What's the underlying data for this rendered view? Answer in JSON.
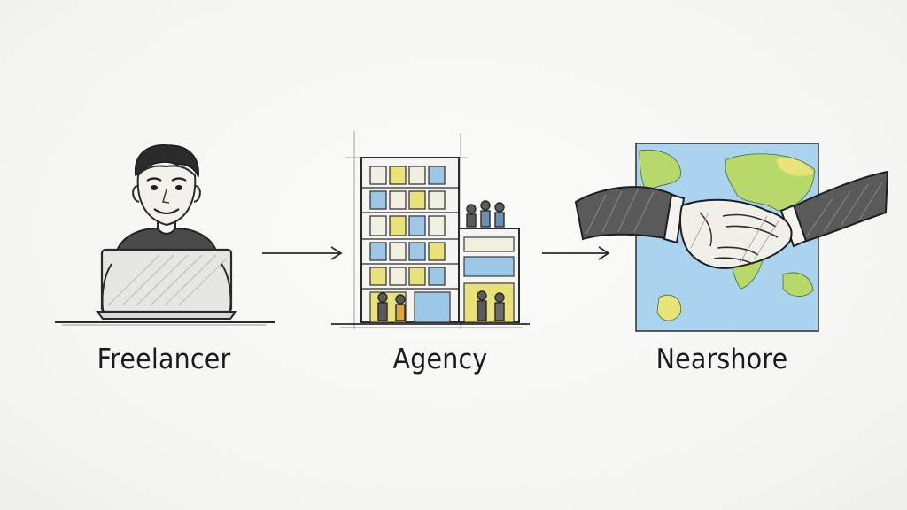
{
  "stages": [
    {
      "label": "Freelancer",
      "icon": "person-at-laptop-icon"
    },
    {
      "label": "Agency",
      "icon": "office-building-icon"
    },
    {
      "label": "Nearshore",
      "icon": "handshake-over-map-icon"
    }
  ],
  "colors": {
    "ink": "#2a2a2a",
    "window_yellow": "#e9e27a",
    "window_blue": "#9cc7e6",
    "map_ocean": "#a9d3ee",
    "map_land": "#b7d86a",
    "map_land_yellow": "#e8e47a"
  }
}
